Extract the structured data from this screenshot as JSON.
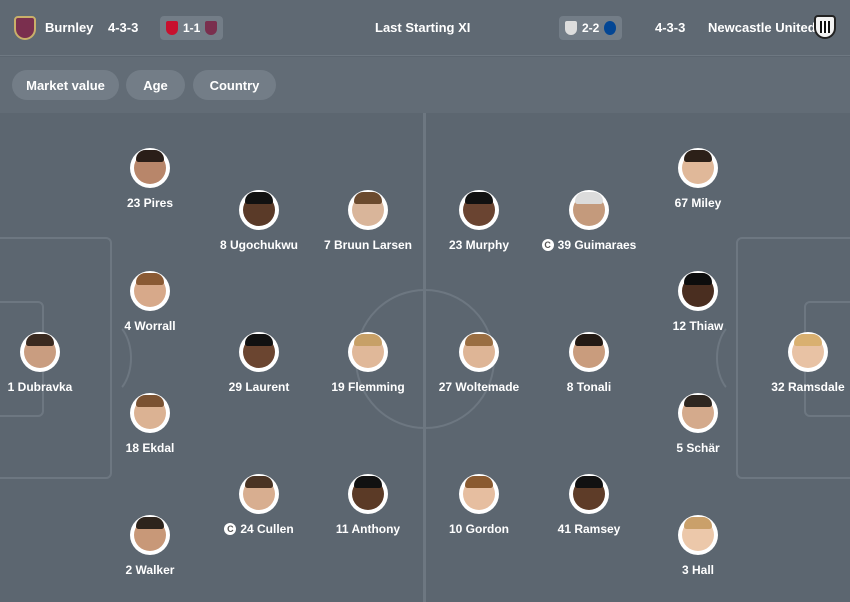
{
  "header": {
    "title": "Last Starting XI",
    "home": {
      "name": "Burnley",
      "formation": "4-3-3",
      "last_score": "1-1"
    },
    "away": {
      "name": "Newcastle United",
      "formation": "4-3-3",
      "last_score": "2-2"
    }
  },
  "filters": [
    "Market value",
    "Age",
    "Country"
  ],
  "captain_badge": "C",
  "players": {
    "pires": "23 Pires",
    "ugochukwu": "8 Ugochukwu",
    "bruun_larsen": "7 Bruun Larsen",
    "worrall": "4 Worrall",
    "dubravka": "1 Dubravka",
    "laurent": "29 Laurent",
    "flemming": "19 Flemming",
    "ekdal": "18 Ekdal",
    "cullen": "24 Cullen",
    "anthony": "11 Anthony",
    "walker": "2 Walker",
    "murphy": "23 Murphy",
    "guimaraes": "39 Guimaraes",
    "miley": "67 Miley",
    "thiaw": "12 Thiaw",
    "woltemade": "27 Woltemade",
    "tonali": "8 Tonali",
    "ramsdale": "32 Ramsdale",
    "schar": "5 Schär",
    "gordon": "10 Gordon",
    "ramsey": "41 Ramsey",
    "hall": "3 Hall"
  },
  "colors": {
    "burnley": "#7a2f4e",
    "newcastle": "#1a1a1a",
    "bournemouth": "#c8102e",
    "chelsea": "#034694"
  }
}
